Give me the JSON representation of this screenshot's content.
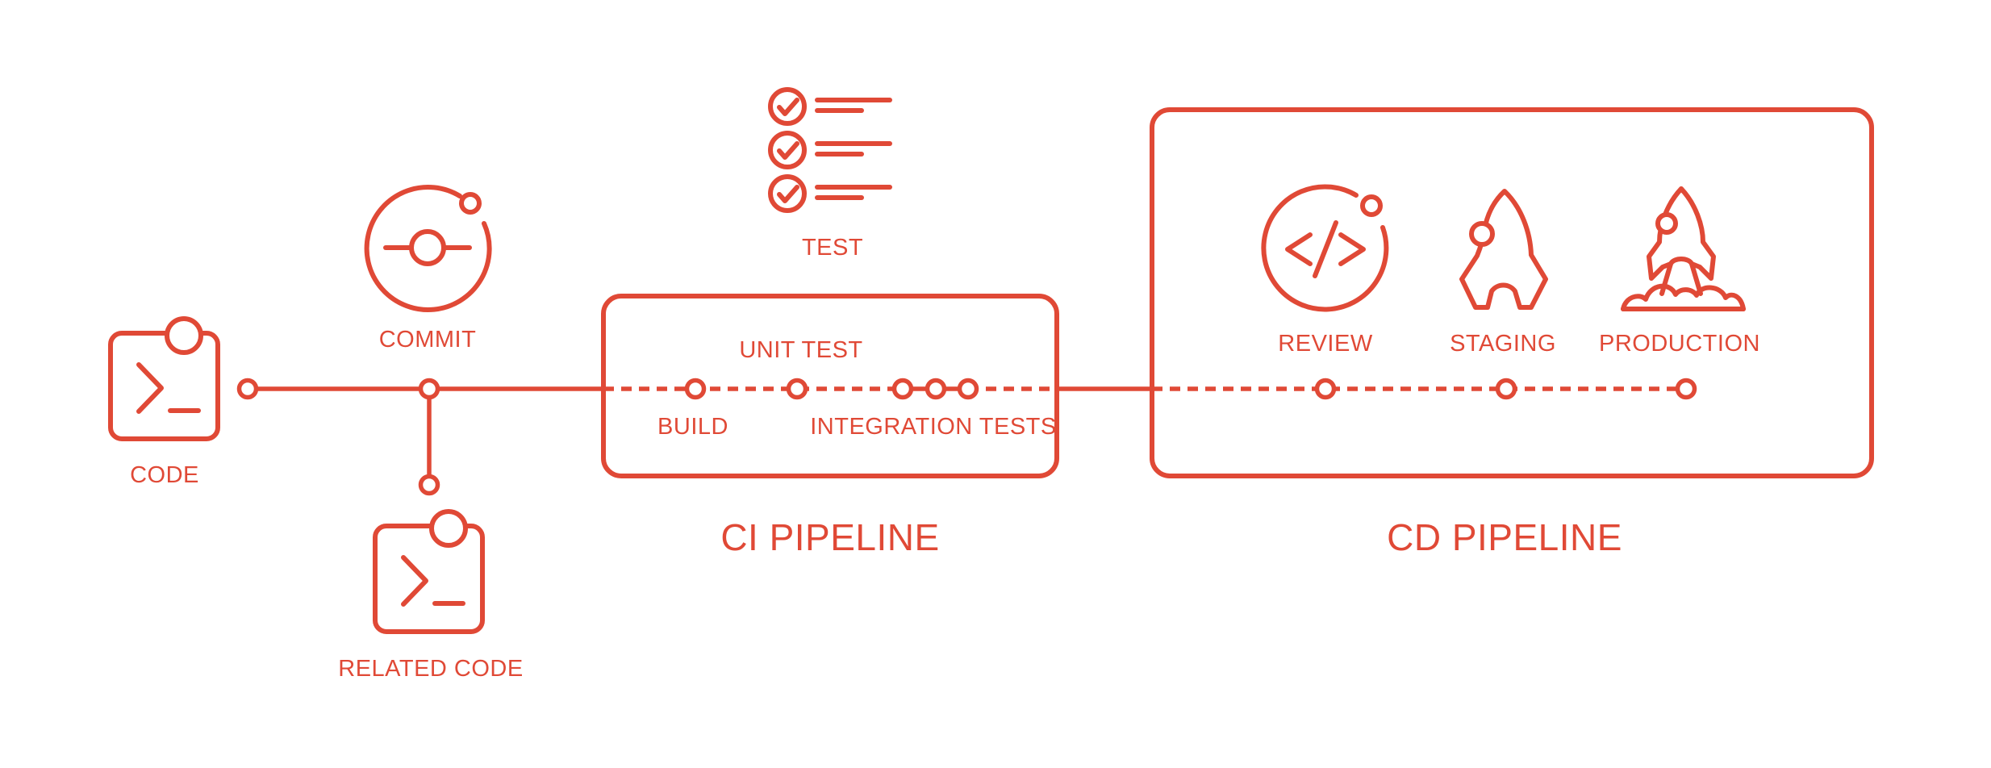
{
  "diagram": {
    "accent_color": "#e04936",
    "background_color": "#ffffff",
    "source": {
      "code_label": "CODE",
      "commit_label": "COMMIT",
      "related_code_label": "RELATED CODE"
    },
    "test": {
      "label": "TEST",
      "checklist_rows": 3
    },
    "ci": {
      "title": "CI PIPELINE",
      "stages": {
        "build": "BUILD",
        "unit_test": "UNIT TEST",
        "integration_tests": "INTEGRATION TESTS"
      }
    },
    "cd": {
      "title": "CD PIPELINE",
      "stages": {
        "review": "REVIEW",
        "staging": "STAGING",
        "production": "PRODUCTION"
      }
    },
    "icons": [
      "code-terminal-icon",
      "commit-icon",
      "related-code-terminal-icon",
      "test-checklist-icon",
      "code-review-icon",
      "staging-rocket-icon",
      "production-launch-icon"
    ]
  }
}
